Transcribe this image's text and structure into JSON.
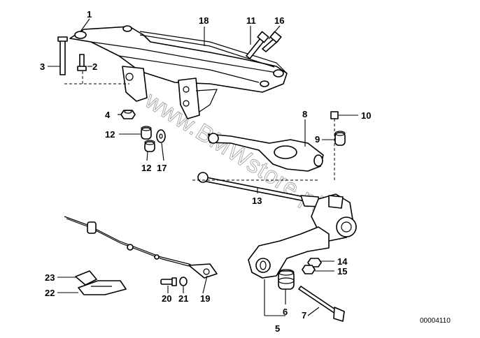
{
  "diagram": {
    "callouts": [
      "1",
      "2",
      "3",
      "4",
      "5",
      "6",
      "7",
      "8",
      "9",
      "10",
      "11",
      "12",
      "12",
      "13",
      "14",
      "15",
      "16",
      "17",
      "18",
      "19",
      "20",
      "21",
      "22",
      "23"
    ],
    "document_id": "00004110",
    "watermark": "www.BMWstore.pl"
  },
  "colors": {
    "line": "#000000",
    "background": "#ffffff",
    "watermark": "#9a9a9a"
  }
}
